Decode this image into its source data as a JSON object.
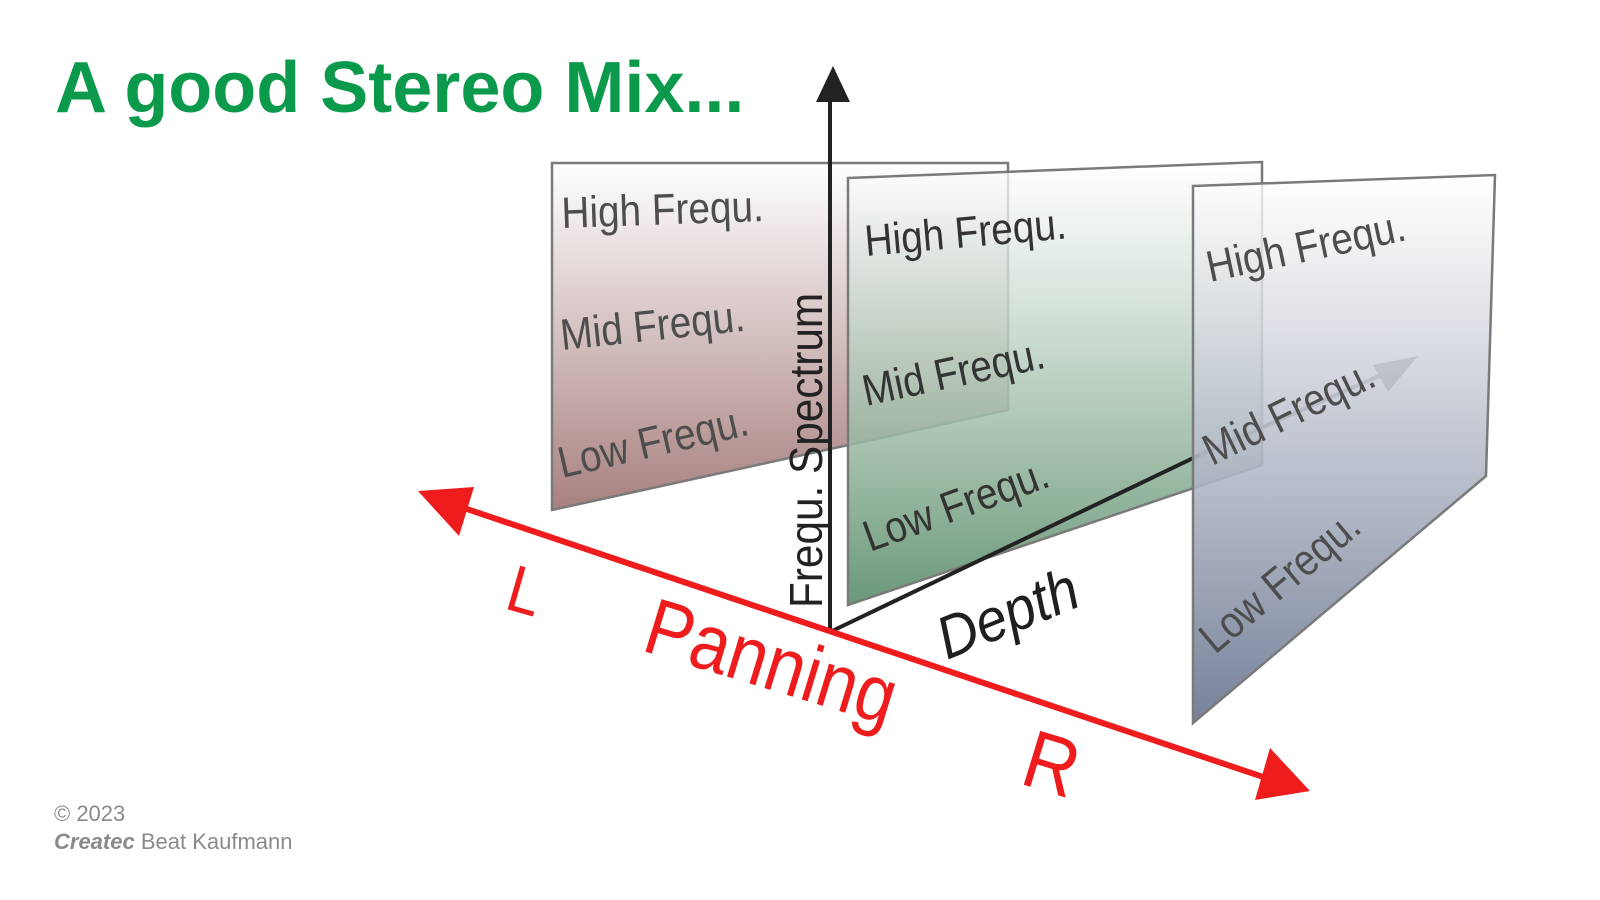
{
  "title": "A good Stereo Mix...",
  "footer": {
    "copyright": "© 2023",
    "brand": "Createc",
    "author": "Beat Kaufmann"
  },
  "axes": {
    "frequency": "Frequ. Spectrum",
    "depth": "Depth",
    "panning": "Panning",
    "left": "L",
    "right": "R"
  },
  "planes": [
    {
      "name": "back-left",
      "tint": "#a37a79",
      "labels": [
        "High Frequ.",
        "Mid Frequ.",
        "Low Frequ."
      ]
    },
    {
      "name": "center",
      "tint": "#5d8f6d",
      "labels": [
        "High Frequ.",
        "Mid Frequ.",
        "Low Frequ."
      ]
    },
    {
      "name": "front-right",
      "tint": "#6f7a94",
      "labels": [
        "High Frequ.",
        "Mid Frequ.",
        "Low Frequ."
      ]
    }
  ],
  "colors": {
    "title": "#0b9a4b",
    "panning_axis": "#ee1c1c",
    "axis": "#222222",
    "depth_arrow": "#707070",
    "plane_border": "#7a7a7a",
    "credit": "#8a8a8a"
  }
}
